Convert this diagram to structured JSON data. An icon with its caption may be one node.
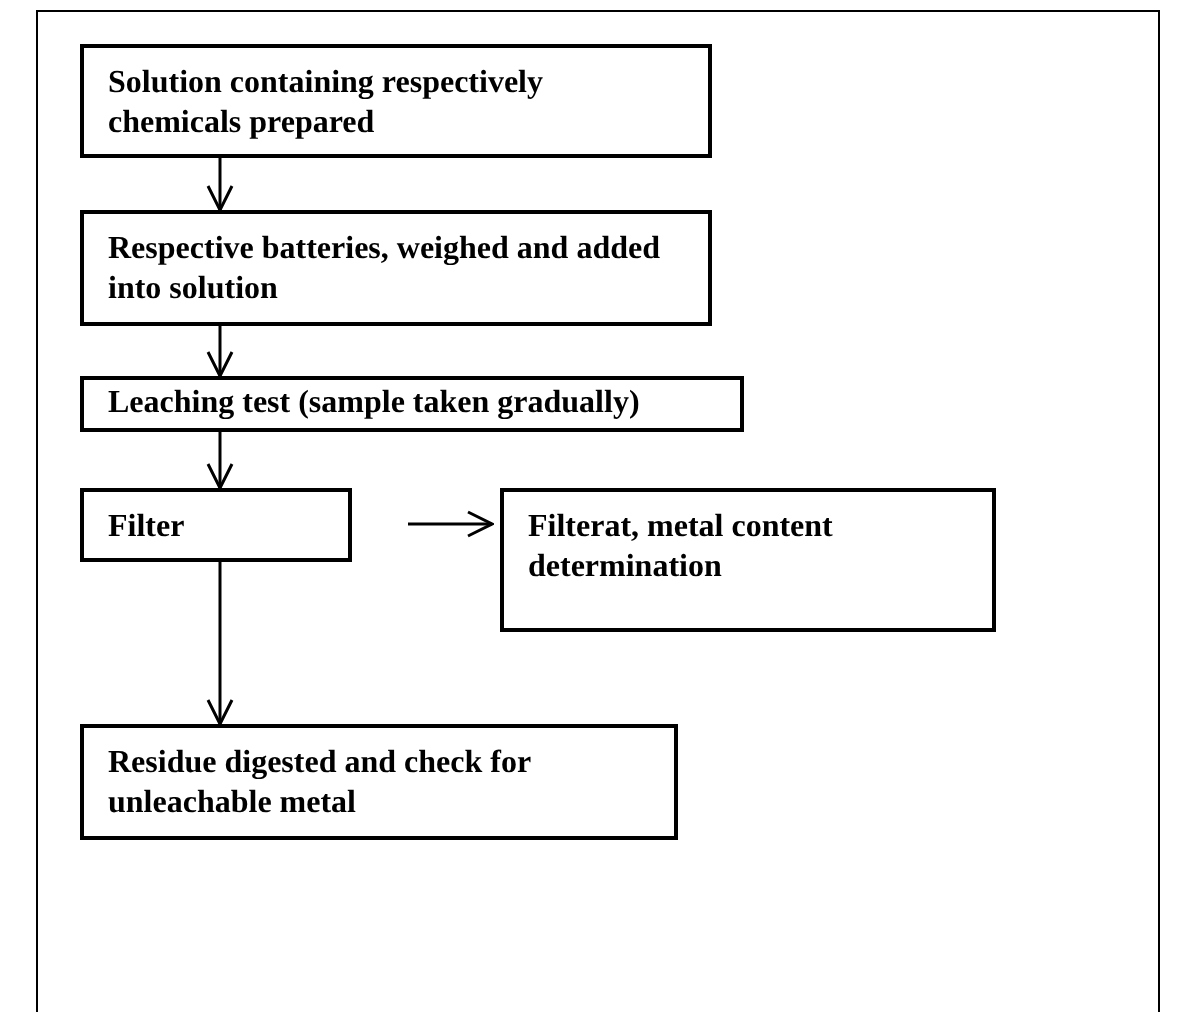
{
  "diagram": {
    "nodes": [
      {
        "text": [
          "Solution containing respectively chemicals prepared"
        ]
      },
      {
        "text": [
          "Respective batteries, weighed and added into solution"
        ]
      },
      {
        "text": [
          "Leaching test  (sample taken gradually)"
        ]
      },
      {
        "text": [
          "Filter"
        ]
      },
      {
        "text": [
          "Filterat, metal content determination"
        ]
      },
      {
        "text": [
          "Residue digested and check for unleachable metal"
        ]
      }
    ],
    "edges": [
      {
        "from": 0,
        "to": 1,
        "arrow": "to"
      },
      {
        "from": 1,
        "to": 2,
        "arrow": "to"
      },
      {
        "from": 2,
        "to": 3,
        "arrow": "to"
      },
      {
        "from": 3,
        "to": 4,
        "arrow": "to"
      },
      {
        "from": 3,
        "to": 5,
        "arrow": "to"
      }
    ]
  }
}
